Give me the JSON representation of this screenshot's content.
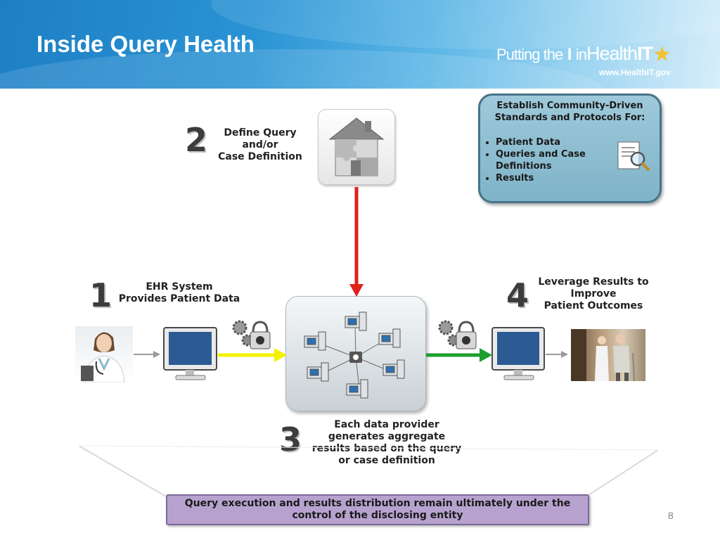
{
  "header": {
    "title": "Inside Query Health",
    "brand_putting": "Putting the",
    "brand_i": "I",
    "brand_in": "in",
    "brand_health": "Health",
    "brand_it": "IT",
    "brand_url": "www.HealthIT.gov"
  },
  "steps": {
    "s1": {
      "num": "1",
      "line1": "EHR System",
      "line2": "Provides Patient Data"
    },
    "s2": {
      "num": "2",
      "line1": "Define Query",
      "line2": "and/or",
      "line3": "Case Definition"
    },
    "s3": {
      "num": "3",
      "line1": "Each data provider",
      "line2": "generates aggregate",
      "line3": "results based on the query",
      "line4": "or case definition"
    },
    "s4": {
      "num": "4",
      "line1": "Leverage Results to",
      "line2": "Improve",
      "line3": "Patient Outcomes"
    }
  },
  "standards": {
    "head1": "Establish Community-Driven",
    "head2": "Standards and Protocols For:",
    "items": [
      "Patient Data",
      "Queries and Case",
      "Definitions",
      "Results"
    ]
  },
  "footer": {
    "line1": "Query execution and results distribution remain ultimately under the",
    "line2": "control of the disclosing entity"
  },
  "page_number": "8",
  "colors": {
    "arrow_red": "#e0201c",
    "arrow_yellow": "#f4f000",
    "arrow_green": "#1e9e2f",
    "footer_bg": "#b7a2cf",
    "standards_bg": "#8fbfd2"
  },
  "icons": [
    "puzzle-house-icon",
    "gears-lock-icon",
    "computer-monitor-icon",
    "server-network-icon",
    "magnifier-document-icon"
  ]
}
